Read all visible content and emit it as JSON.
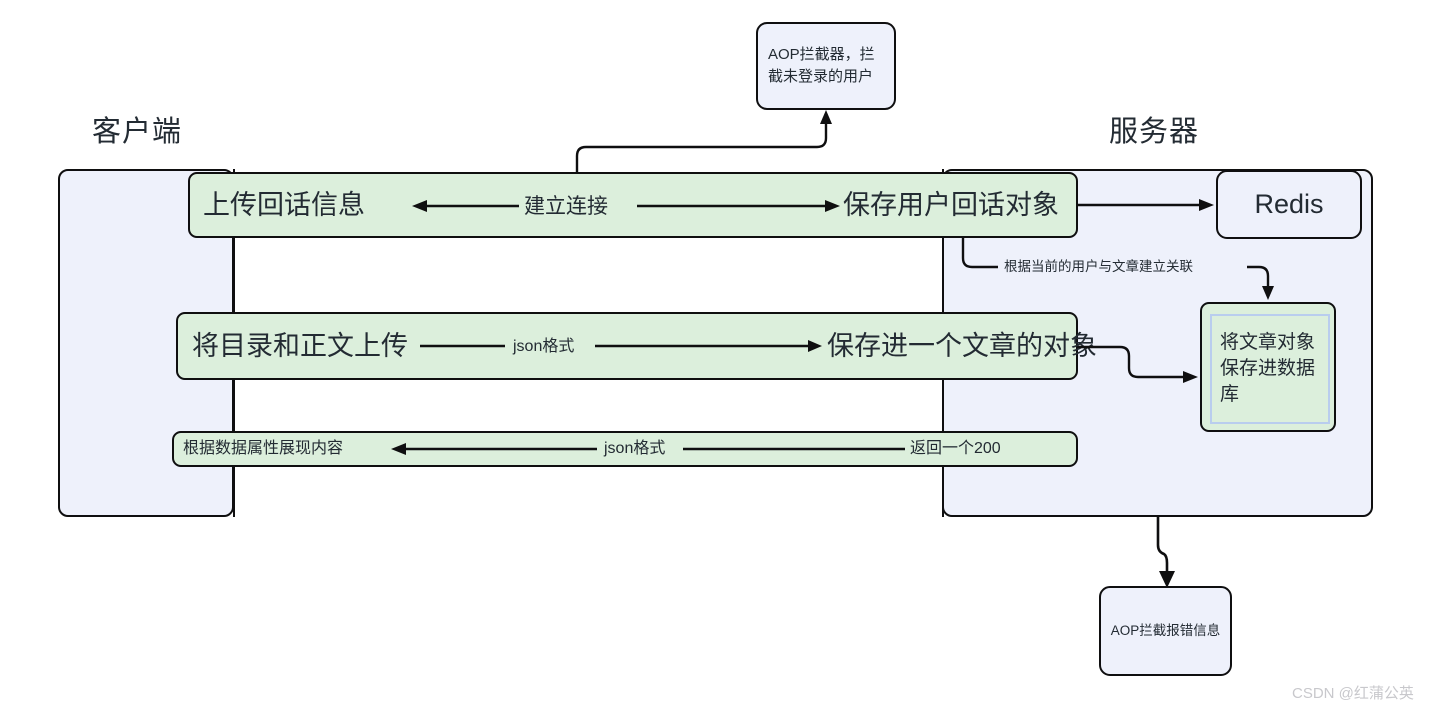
{
  "diagram": {
    "type": "sequence-diagram",
    "colors": {
      "lane_fill": "#eef1fb",
      "message_fill": "#dcefdc",
      "stroke": "#0f0f10",
      "text": "#232b33",
      "db_inner_border": "#b9cdee",
      "watermark": "#c8c8cc"
    },
    "participants": [
      {
        "id": "client",
        "title": "客户端"
      },
      {
        "id": "server",
        "title": "服务器"
      }
    ],
    "notes": [
      {
        "id": "aop-login-note",
        "text": "AOP拦截器，拦截未登录的用户"
      },
      {
        "id": "aop-error-note",
        "text": "AOP拦截报错信息"
      }
    ],
    "external_nodes": [
      {
        "id": "redis",
        "label": "Redis"
      },
      {
        "id": "database",
        "label": "将文章对象保存进数据库"
      }
    ],
    "rows": [
      {
        "id": "row-1",
        "left_label": "上传回话信息",
        "message_label": "建立连接",
        "right_label": "保存用户回话对象"
      },
      {
        "id": "row-2",
        "left_label": "将目录和正文上传",
        "message_label": "json格式",
        "right_label": "保存进一个文章的对象"
      },
      {
        "id": "row-3",
        "left_label": "根据数据属性展现内容",
        "message_label": "json格式",
        "right_label": "返回一个200"
      }
    ],
    "connector_labels": [
      {
        "id": "redis-link",
        "text": ""
      },
      {
        "id": "association-link",
        "text": "根据当前的用户与文章建立关联"
      }
    ],
    "watermark": "CSDN @红蒲公英"
  }
}
